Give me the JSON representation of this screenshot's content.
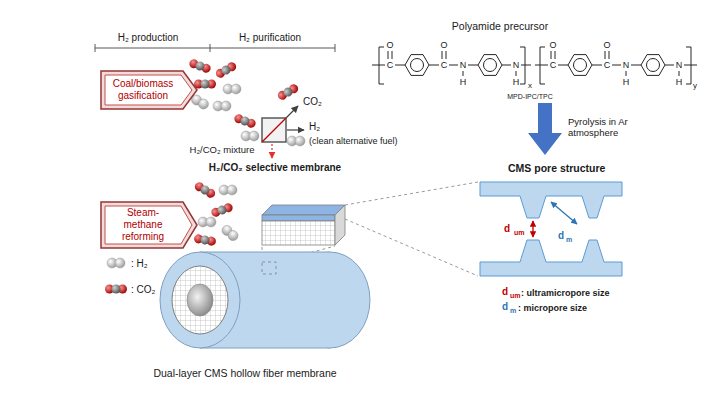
{
  "diagram": {
    "nodes": [
      {
        "text": [
          "Coal/biomass gasification"
        ]
      },
      {
        "text": [
          "Steam-methane reforming"
        ]
      },
      {
        "text": [
          "H₂/CO₂ selective membrane"
        ]
      },
      {
        "text": [
          "CMS pore structure"
        ]
      }
    ],
    "labels": [
      "H₂ production",
      "H₂ purification",
      "H₂/CO₂ mixture",
      "CO₂",
      "H₂",
      "(clean alternative fuel)",
      "Polyamide precursor",
      "MPD-IPC/TPC",
      "x",
      "y",
      "C",
      "O",
      "C",
      "O",
      "N",
      "H",
      "N",
      "H",
      "C",
      "O",
      "C",
      "O",
      "N",
      "H",
      "N",
      "H",
      "Pyrolysis in Ar atmosphere",
      "d",
      "um",
      "d",
      "m",
      "d",
      "um",
      ": ultramicropore size",
      "d",
      "m",
      ": micropore size",
      "Dual-layer CMS hollow fiber membrane"
    ],
    "legend": [
      {
        "text": ": H₂"
      },
      {
        "text": ": CO₂"
      }
    ]
  }
}
